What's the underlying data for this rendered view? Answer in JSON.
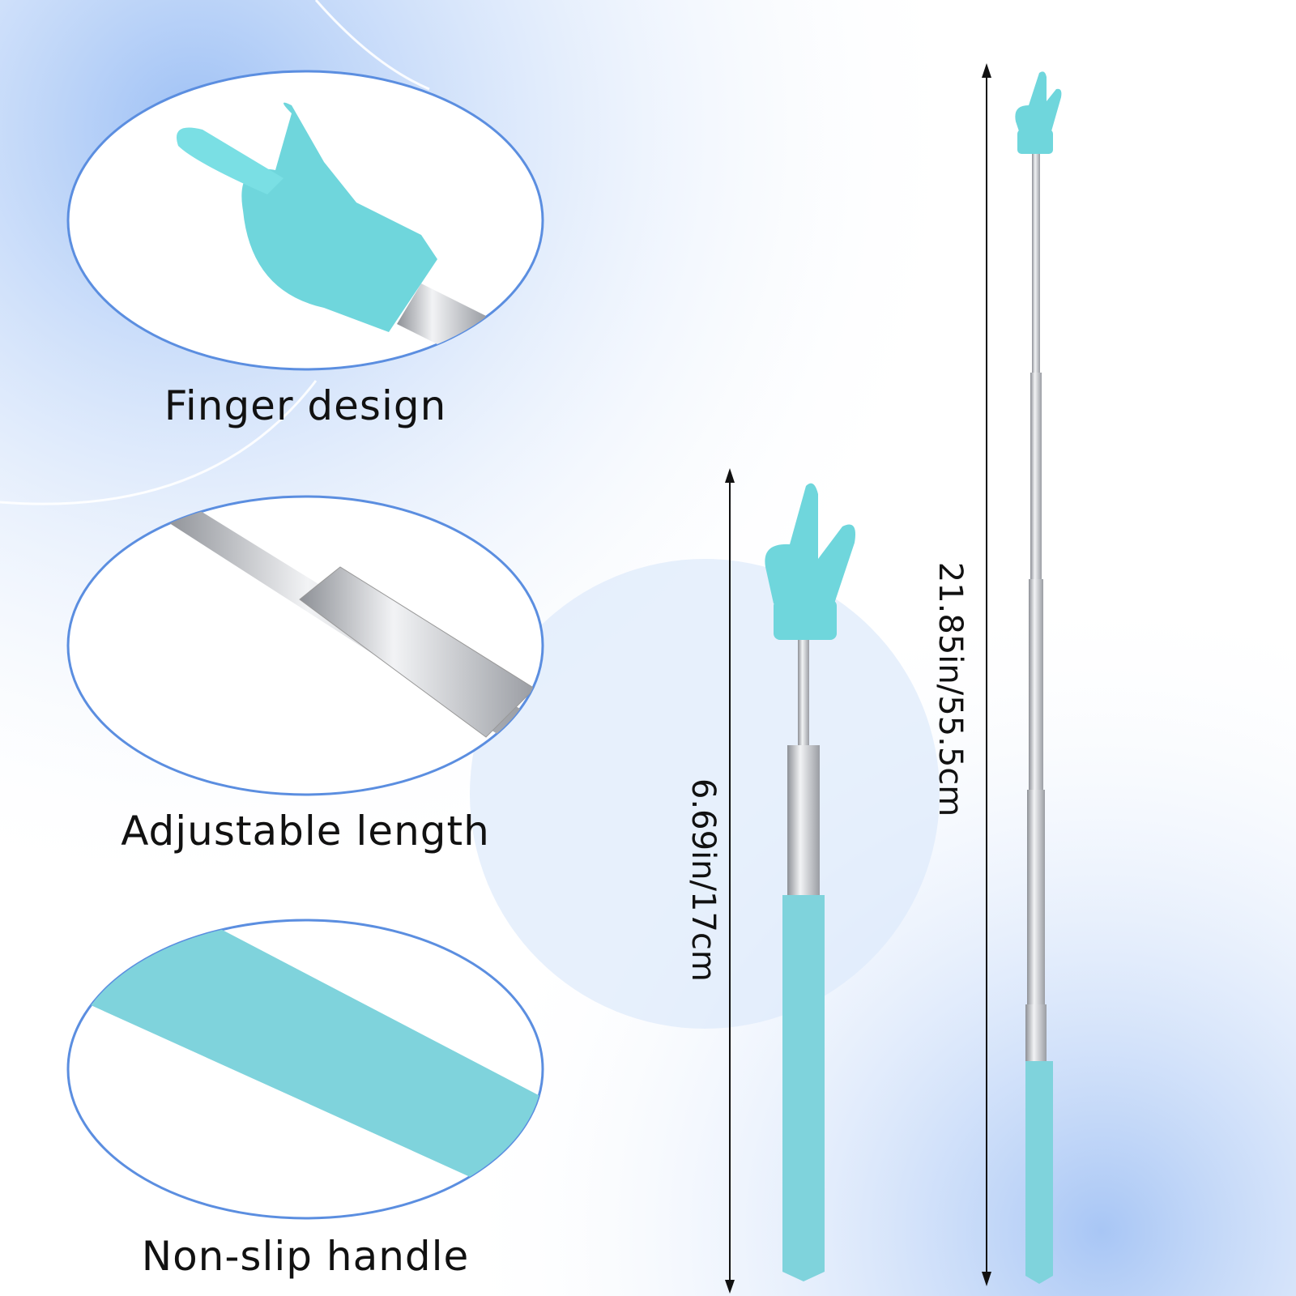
{
  "features": [
    {
      "label": "Finger design"
    },
    {
      "label": "Adjustable length"
    },
    {
      "label": "Non-slip handle"
    }
  ],
  "dimensions": {
    "retracted": "6.69in/17cm",
    "extended": "21.85in/55.5cm"
  },
  "colors": {
    "accent": "#6fd6dc",
    "handle": "#7fd3dc",
    "ellipse_border": "#5b8ee0",
    "background_blue": "#a9c8f5"
  }
}
